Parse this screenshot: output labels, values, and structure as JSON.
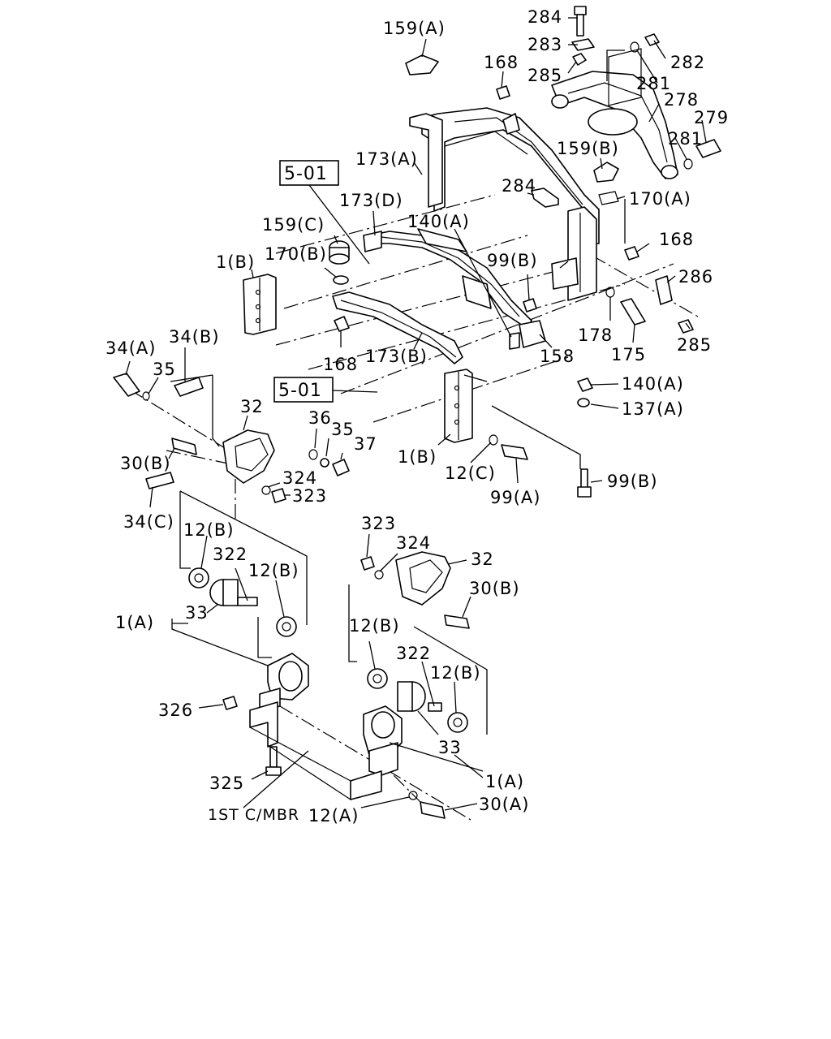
{
  "labels": {
    "l284a": "284",
    "l159a": "159(A)",
    "l283": "283",
    "l285a": "285",
    "l282": "282",
    "l168a": "168",
    "l281a": "281",
    "l278": "278",
    "l279": "279",
    "l281b": "281",
    "l173a": "173(A)",
    "l159b": "159(B)",
    "l170a": "170(A)",
    "l284b": "284",
    "l173d": "173(D)",
    "l168b": "168",
    "l159c": "159(C)",
    "l286": "286",
    "l170b": "170(B)",
    "l1b_top": "1(B)",
    "l99b_top": "99(B)",
    "l140a_top": "140(A)",
    "l285b": "285",
    "l178": "178",
    "l175": "175",
    "l158": "158",
    "l168c": "168",
    "l173b": "173(B)",
    "l34a": "34(A)",
    "l34b": "34(B)",
    "l35a": "35",
    "l140a": "140(A)",
    "l137a": "137(A)",
    "l32a": "32",
    "l36": "36",
    "l35b": "35",
    "l37": "37",
    "l30b_a": "30(B)",
    "l1b_mid": "1(B)",
    "l324a": "324",
    "l12c": "12(C)",
    "l323a": "323",
    "l99b_mid": "99(B)",
    "l34c": "34(C)",
    "l99a": "99(A)",
    "l12b_a": "12(B)",
    "l323b": "323",
    "l324b": "324",
    "l322a": "322",
    "l12b_b": "12(B)",
    "l32b": "32",
    "l30b_b": "30(B)",
    "l1a_a": "1(A)",
    "l33a": "33",
    "l12b_c": "12(B)",
    "l322b": "322",
    "l12b_d": "12(B)",
    "l326": "326",
    "l33b": "33",
    "l325": "325",
    "l1a_b": "1(A)",
    "l30a": "30(A)",
    "l1stcmbr": "1ST C/MBR",
    "l12a": "12(A)"
  },
  "references": {
    "ref_top": "5-01",
    "ref_mid": "5-01"
  }
}
